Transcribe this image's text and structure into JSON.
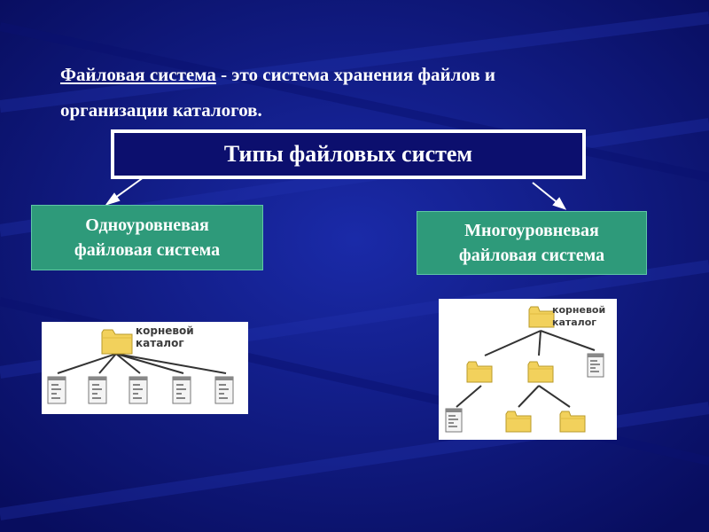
{
  "intro": {
    "term": "Файловая система",
    "rest_line1": " - это система хранения файлов и",
    "line2": "организации каталогов."
  },
  "types_title": "Типы файловых систем",
  "kinds": {
    "single": {
      "line1": "Одноуровневая",
      "line2": "файловая система"
    },
    "multi": {
      "line1": "Многоуровневая",
      "line2": "файловая система"
    }
  },
  "tree_single": {
    "root_line1": "корневой",
    "root_line2": "каталог"
  },
  "tree_multi": {
    "root_line1": "корневой",
    "root_line2": "каталог"
  },
  "colors": {
    "background": "#0d137a",
    "box_fill": "#2e9a7a",
    "folder": "#f2d15c"
  }
}
